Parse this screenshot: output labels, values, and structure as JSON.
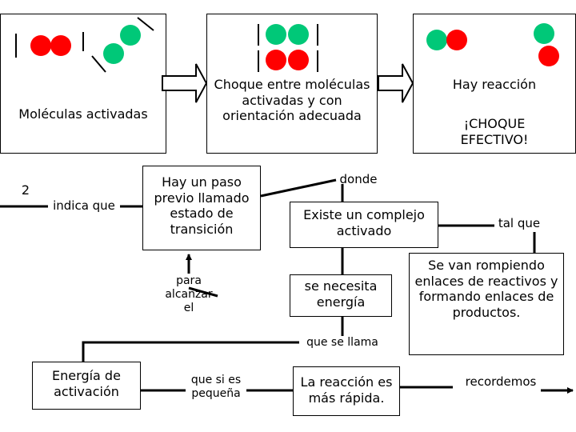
{
  "panels": {
    "p1": {
      "caption": "Moléculas activadas"
    },
    "p2": {
      "caption": "Choque entre moléculas activadas y con orientación adecuada"
    },
    "p3": {
      "caption1": "Hay reacción",
      "caption2": "¡CHOQUE EFECTIVO!"
    }
  },
  "nodes": {
    "transition": "Hay un paso previo llamado estado de transición",
    "complex": "Existe un complejo activado",
    "energy_needed": "se necesita energía",
    "breaking": "Se van rompiendo enlaces de reactivos y formando enlaces de productos.",
    "activation": "Energía de activación",
    "faster": "La reacción es más rápida."
  },
  "links": {
    "number": "2",
    "indica_que": "indica que",
    "donde": "donde",
    "tal_que": "tal que",
    "para_alcanzar": "para alcanzar el",
    "que_se_llama": "que se llama",
    "que_si_es": "que si es pequeña",
    "recordemos": "recordemos"
  },
  "colors": {
    "molecule_red": "#ff0000",
    "molecule_green": "#00c878",
    "arrow_fill": "#ffffff"
  }
}
